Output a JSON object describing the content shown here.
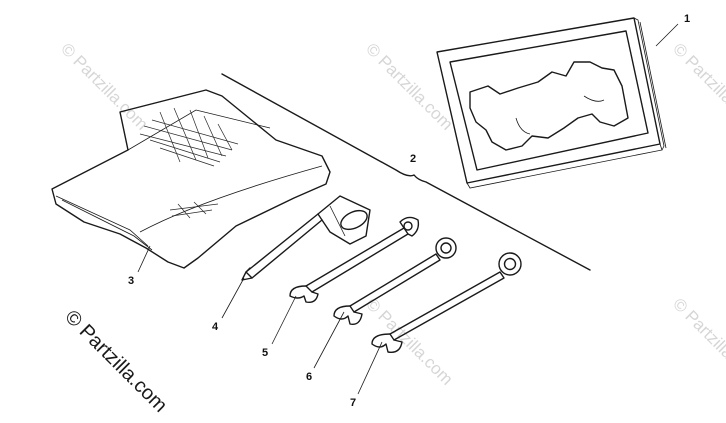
{
  "callouts": [
    "1",
    "2",
    "3",
    "4",
    "5",
    "6",
    "7"
  ],
  "watermark_text": "© Partzilla.com",
  "copyright_text": "© Partzilla.com",
  "colors": {
    "ink": "#1a1a1a",
    "watermark": "#d6d6d6",
    "background": "#ffffff"
  }
}
